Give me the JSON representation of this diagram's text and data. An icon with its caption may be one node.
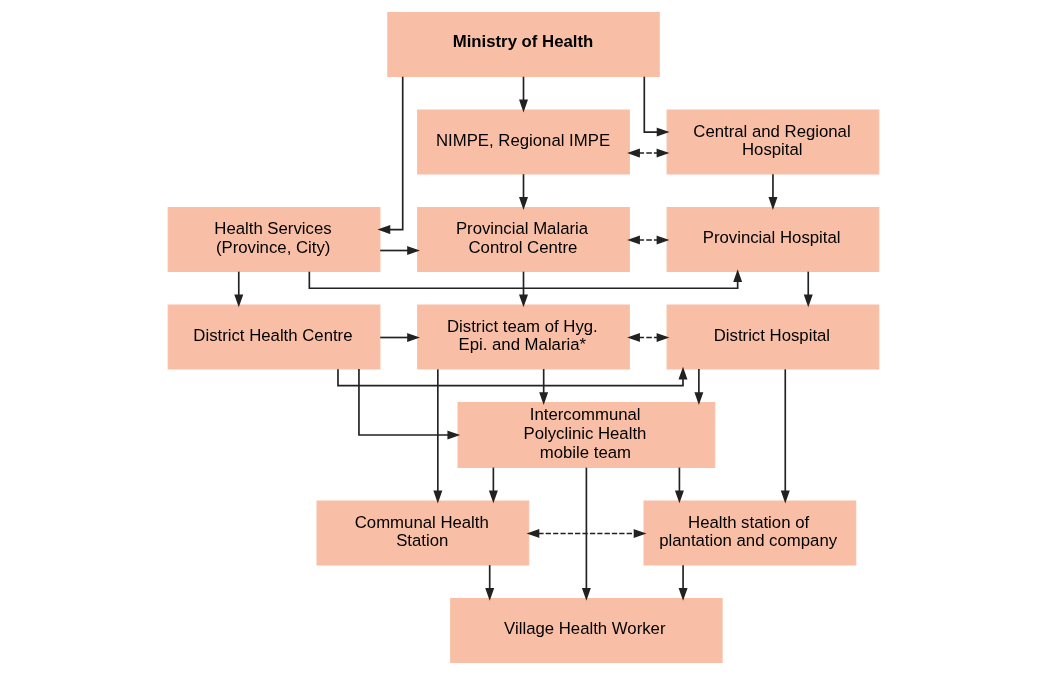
{
  "diagram": {
    "nodes": [
      {
        "text": [
          "Ministry of Health"
        ]
      },
      {
        "text": [
          "NIMPE, Regional IMPE"
        ]
      },
      {
        "text": [
          "Central and Regional Hospital"
        ]
      },
      {
        "text": [
          "Provincial Malaria Control Centre"
        ]
      },
      {
        "text": [
          "Health Services (Province, City)"
        ]
      },
      {
        "text": [
          "Provincial Hospital"
        ]
      },
      {
        "text": [
          "District team of Hyg. Epi. and Malaria*"
        ]
      },
      {
        "text": [
          "District Health Centre"
        ]
      },
      {
        "text": [
          "District Hospital"
        ]
      },
      {
        "text": [
          "Intercommunal Polyclinic Health mobile team"
        ]
      },
      {
        "text": [
          "Communal Health Station"
        ]
      },
      {
        "text": [
          "Health station of plantation and company"
        ]
      },
      {
        "text": [
          "Village Health Worker"
        ]
      }
    ],
    "edges": [
      {
        "from": 0,
        "to": 1,
        "arrow": "to"
      },
      {
        "from": 0,
        "to": 4,
        "arrow": "to"
      },
      {
        "from": 0,
        "to": 2,
        "arrow": "to"
      },
      {
        "from": 1,
        "to": 2,
        "arrow": "both",
        "style": "dashed"
      },
      {
        "from": 1,
        "to": 3,
        "arrow": "to"
      },
      {
        "from": 2,
        "to": 5,
        "arrow": "to"
      },
      {
        "from": 4,
        "to": 3,
        "arrow": "to"
      },
      {
        "from": 4,
        "to": 5,
        "arrow": "to"
      },
      {
        "from": 3,
        "to": 5,
        "arrow": "both",
        "style": "dashed"
      },
      {
        "from": 4,
        "to": 7,
        "arrow": "to"
      },
      {
        "from": 3,
        "to": 6,
        "arrow": "to"
      },
      {
        "from": 5,
        "to": 8,
        "arrow": "to"
      },
      {
        "from": 7,
        "to": 6,
        "arrow": "to"
      },
      {
        "from": 7,
        "to": 8,
        "arrow": "to"
      },
      {
        "from": 6,
        "to": 8,
        "arrow": "both",
        "style": "dashed"
      },
      {
        "from": 7,
        "to": 9,
        "arrow": "to"
      },
      {
        "from": 6,
        "to": 10,
        "arrow": "to"
      },
      {
        "from": 6,
        "to": 9,
        "arrow": "to"
      },
      {
        "from": 9,
        "to": 10,
        "arrow": "to"
      },
      {
        "from": 8,
        "to": 9,
        "arrow": "to"
      },
      {
        "from": 9,
        "to": 11,
        "arrow": "to"
      },
      {
        "from": 8,
        "to": 11,
        "arrow": "to"
      },
      {
        "from": 10,
        "to": 11,
        "arrow": "both",
        "style": "dashed"
      },
      {
        "from": 9,
        "to": 12,
        "arrow": "to"
      },
      {
        "from": 10,
        "to": 12,
        "arrow": "to"
      },
      {
        "from": 11,
        "to": 12,
        "arrow": "to"
      }
    ]
  }
}
